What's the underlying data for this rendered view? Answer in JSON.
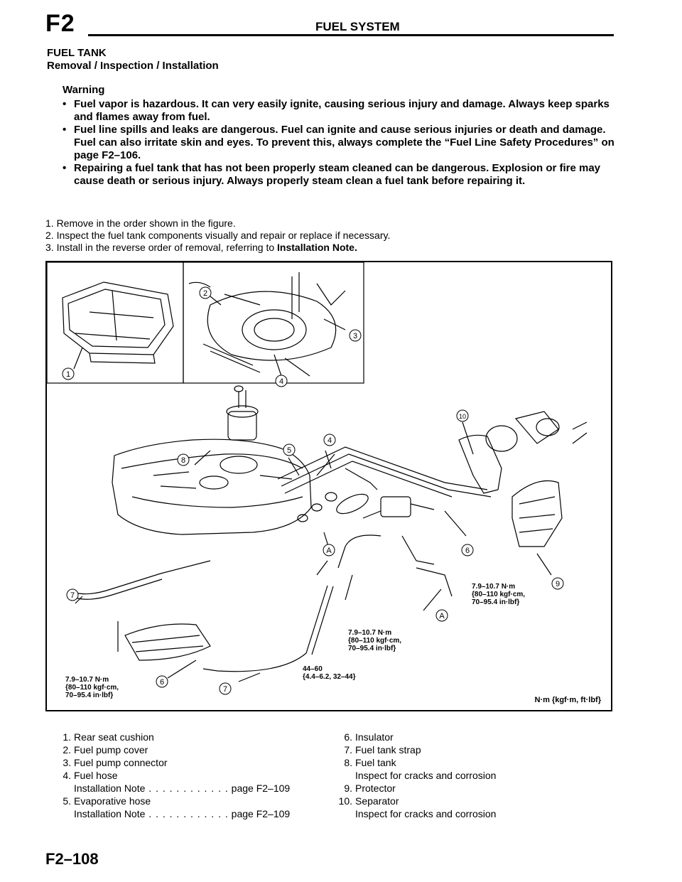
{
  "header": {
    "code": "F2",
    "title": "FUEL SYSTEM"
  },
  "section": {
    "title": "FUEL TANK",
    "subtitle": "Removal / Inspection / Installation"
  },
  "warning": {
    "heading": "Warning",
    "items": [
      "Fuel vapor is hazardous. It can very easily ignite, causing serious injury and damage. Always keep sparks and flames away from fuel.",
      "Fuel line spills and leaks are dangerous. Fuel can ignite and cause serious injuries or death and damage. Fuel can also irritate skin and eyes. To prevent this, always complete the “Fuel Line Safety Procedures” on page F2–106.",
      "Repairing a fuel tank that has not been properly steam cleaned can be dangerous. Explosion or fire may cause death or serious injury. Always properly steam clean a fuel tank before repairing it."
    ]
  },
  "steps": [
    "1. Remove in the order shown in the figure.",
    "2. Inspect the fuel tank components visually and repair or replace if necessary.",
    "3. Install in the reverse order of removal, referring to "
  ],
  "steps_bold": "Installation Note.",
  "figure": {
    "callouts": [
      "1",
      "2",
      "3",
      "4",
      "5",
      "6",
      "7",
      "8",
      "9",
      "10",
      "A"
    ],
    "torque_a": [
      "7.9–10.7 N·m",
      "{80–110 kgf·cm,",
      "70–95.4 in·lbf}"
    ],
    "torque_b": [
      "7.9–10.7 N·m",
      "{80–110 kgf·cm,",
      "70–95.4 in·lbf}"
    ],
    "torque_c": [
      "7.9–10.7 N·m",
      "{80–110 kgf·cm,",
      "70–95.4 in·lbf}"
    ],
    "torque_d": [
      "44–60",
      "{4.4–6.2, 32–44}"
    ],
    "unit_label": "N·m {kgf·m, ft·lbf}"
  },
  "legend": {
    "left": [
      {
        "num": "1.",
        "text": "Rear seat cushion"
      },
      {
        "num": "2.",
        "text": "Fuel pump cover"
      },
      {
        "num": "3.",
        "text": "Fuel pump connector"
      },
      {
        "num": "4.",
        "text": "Fuel hose"
      },
      {
        "num": "",
        "text": "Installation Note",
        "dots": " . . . . . . . . . . . .",
        "page": "page F2–109"
      },
      {
        "num": "5.",
        "text": "Evaporative hose"
      },
      {
        "num": "",
        "text": "Installation Note",
        "dots": " . . . . . . . . . . . .",
        "page": "page F2–109"
      }
    ],
    "right": [
      {
        "num": "6.",
        "text": "Insulator"
      },
      {
        "num": "7.",
        "text": "Fuel tank strap"
      },
      {
        "num": "8.",
        "text": "Fuel tank"
      },
      {
        "num": "",
        "text": "Inspect for cracks and corrosion"
      },
      {
        "num": "9.",
        "text": "Protector"
      },
      {
        "num": "10.",
        "text": "Separator"
      },
      {
        "num": "",
        "text": "Inspect for cracks and corrosion"
      }
    ]
  },
  "footer": {
    "page": "F2–108"
  }
}
